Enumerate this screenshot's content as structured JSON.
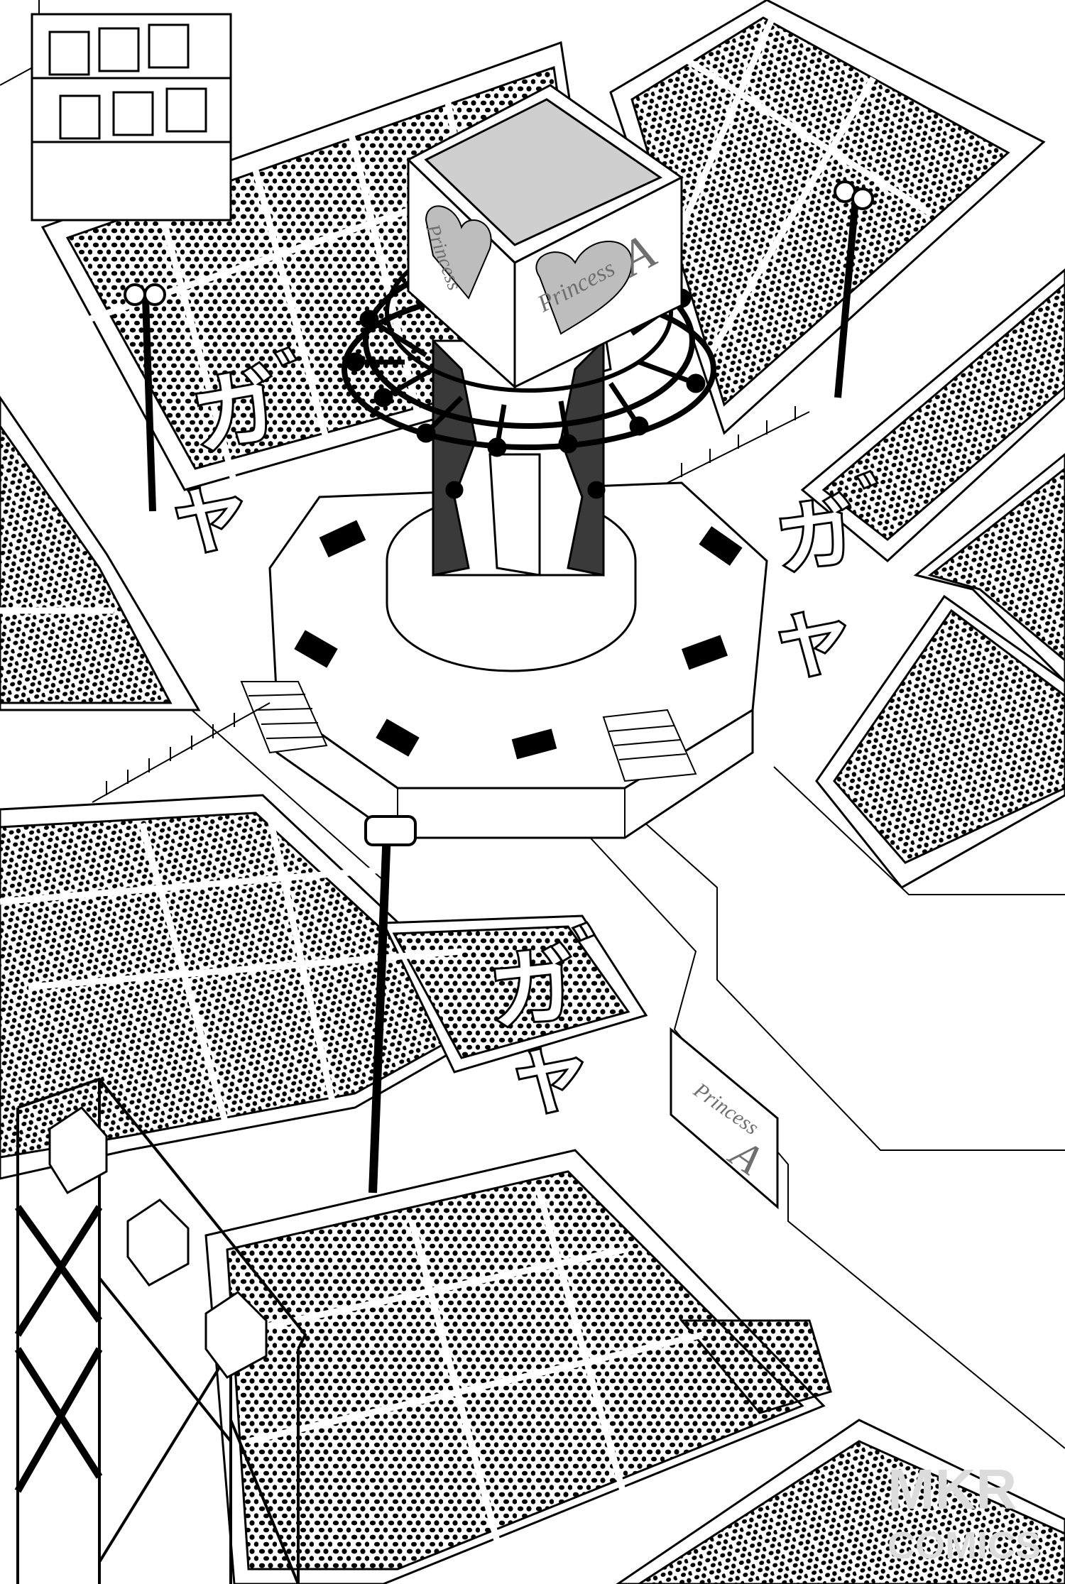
{
  "page": {
    "sound_effects": [
      {
        "id": "sfx-1",
        "main": "ガ",
        "dakuten": "゛",
        "tail": "ヤ"
      },
      {
        "id": "sfx-2",
        "main": "ガ",
        "dakuten": "゛",
        "tail": "ヤ"
      },
      {
        "id": "sfx-3",
        "main": "ガ",
        "dakuten": "゛",
        "tail": "ヤ"
      }
    ],
    "signage": {
      "tower_sign": "Princess",
      "tower_sign_mark": "A",
      "wall_sign": "Princess",
      "wall_sign_mark": "A"
    },
    "watermark": {
      "line1": "MKR",
      "line2": "COMICS"
    }
  },
  "colors": {
    "ink": "#000000",
    "paper": "#ffffff",
    "screentone": "#dcdcdc"
  }
}
